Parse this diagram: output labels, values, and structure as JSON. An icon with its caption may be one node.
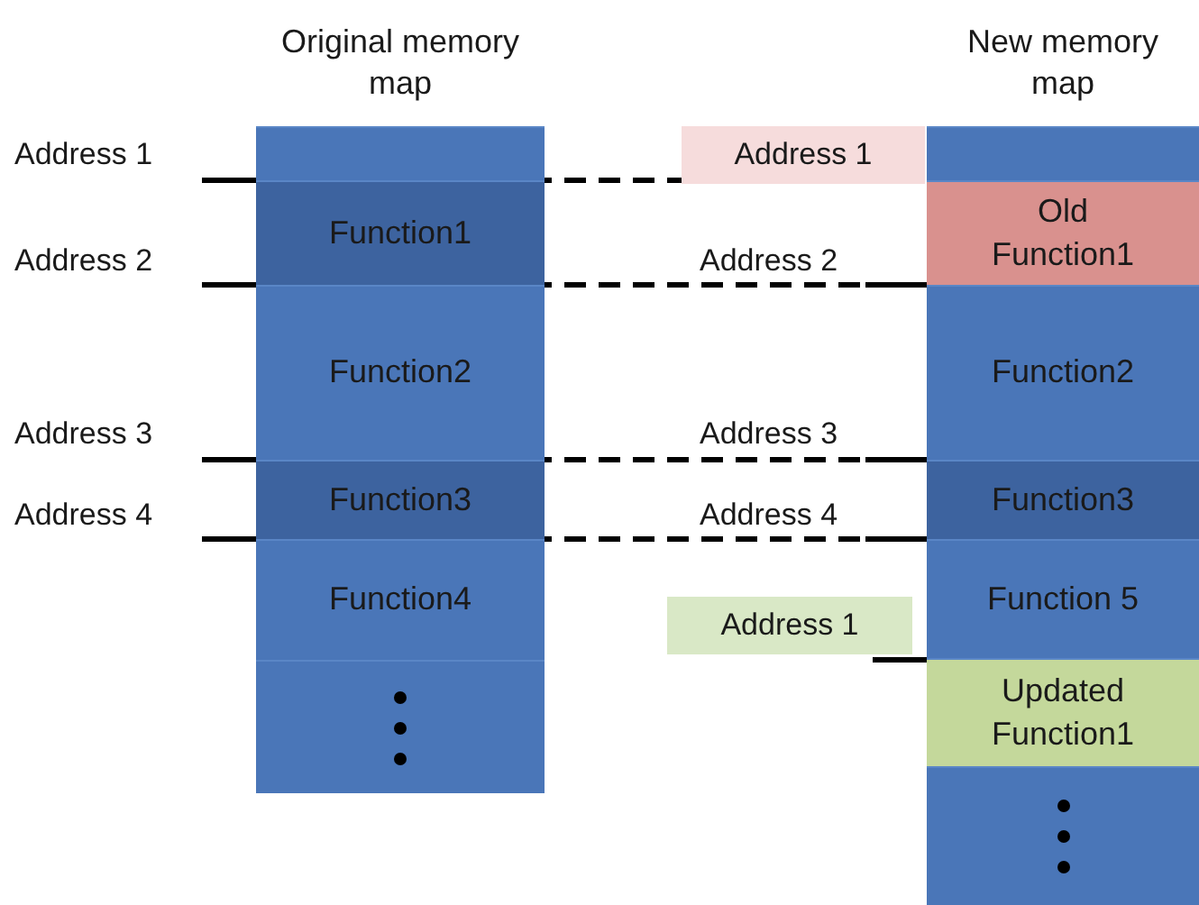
{
  "diagram": {
    "nodes": [
      {
        "text": [
          "Original memory map"
        ]
      },
      {
        "text": [],
        "shape": "box",
        "in": 0
      },
      {
        "text": [
          "Function1"
        ],
        "in": 0
      },
      {
        "text": [
          "Function2"
        ],
        "in": 0
      },
      {
        "text": [
          "Function3"
        ],
        "in": 0
      },
      {
        "text": [
          "Function4"
        ],
        "in": 0
      },
      {
        "text": [],
        "shape": "box",
        "in": 0
      },
      {
        "text": [
          "New memory map"
        ]
      },
      {
        "text": [],
        "shape": "box",
        "in": 7
      },
      {
        "text": [
          "Old Function1"
        ],
        "in": 7
      },
      {
        "text": [
          "Function2"
        ],
        "in": 7
      },
      {
        "text": [
          "Function3"
        ],
        "in": 7
      },
      {
        "text": [
          "Function 5"
        ],
        "in": 7
      },
      {
        "text": [
          "Updated Function1"
        ],
        "in": 7
      },
      {
        "text": [],
        "shape": "box",
        "in": 7
      },
      {
        "text": [
          "Address 1"
        ]
      },
      {
        "text": [
          "Address 1"
        ]
      }
    ],
    "labels": [
      "Address 1",
      "Address 2",
      "Address 3",
      "Address 4",
      "Address 2",
      "Address 3",
      "Address 4"
    ]
  }
}
